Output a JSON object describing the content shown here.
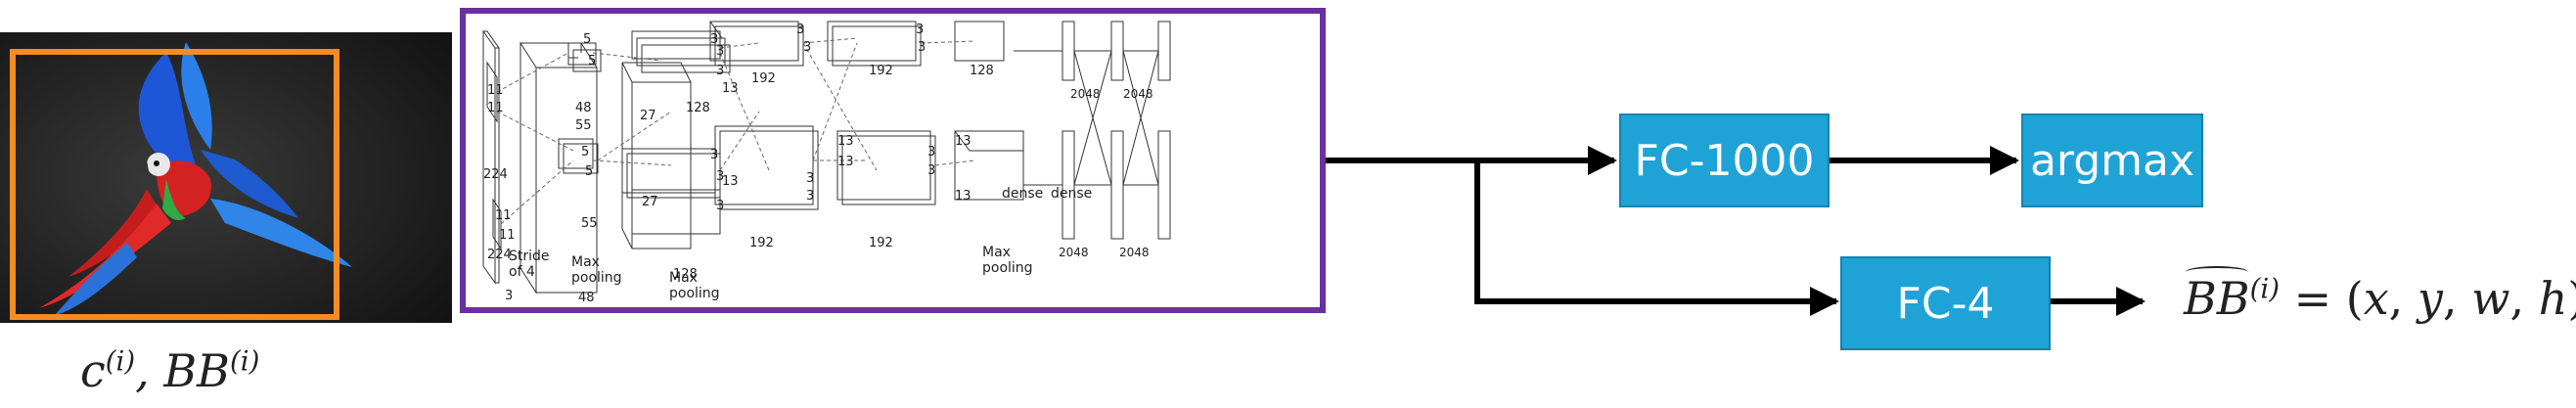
{
  "input_image": {
    "alt": "parrot photo",
    "bbox_color": "#f28c28"
  },
  "input_label": {
    "c": "c",
    "c_sup": "(i)",
    "sep": ", ",
    "bb": "BB",
    "bb_sup": "(i)"
  },
  "network": {
    "border_color": "#6b2fa0",
    "labels": {
      "l11a": "11",
      "l11b": "11",
      "l224a": "224",
      "l11c": "11",
      "l11d": "11",
      "l224b": "224",
      "stride": "Stride",
      "of4": "of 4",
      "l3": "3",
      "l55a": "55",
      "l48a": "48",
      "l5a": "5",
      "l5b": "5",
      "l5c": "5",
      "l5d": "5",
      "l55b": "55",
      "l48b": "48",
      "maxpool1a": "Max",
      "maxpool1b": "pooling",
      "l27a": "27",
      "l128a": "128",
      "l27b": "27",
      "l128b": "128",
      "l3a": "3",
      "l3b": "3",
      "l3c": "3",
      "l3d": "3",
      "l3e": "3",
      "l3f": "3",
      "maxpool2a": "Max",
      "maxpool2b": "pooling",
      "l13a": "13",
      "l13b": "13",
      "l192a": "192",
      "l192b": "192",
      "l3g": "3",
      "l3h": "3",
      "l3i": "3",
      "l3j": "3",
      "l13c": "13",
      "l13d": "13",
      "l192c": "192",
      "l192d": "192",
      "l3k": "3",
      "l3l": "3",
      "l3m": "3",
      "l3n": "3",
      "l13e": "13",
      "l13f": "13",
      "l128c": "128",
      "maxpool3a": "Max",
      "maxpool3b": "pooling",
      "dense1": "dense",
      "dense2": "dense",
      "l2048a": "2048",
      "l2048b": "2048",
      "l2048c": "2048",
      "l2048d": "2048"
    }
  },
  "boxes": {
    "fc1000": "FC-1000",
    "argmax": "argmax",
    "fc4": "FC-4",
    "fill": "#1fa3d6"
  },
  "output_label": {
    "bb": "BB",
    "sup": "(i)",
    "eq": " = (",
    "x": "x",
    "c1": ", ",
    "y": "y",
    "c2": ", ",
    "w": "w",
    "c3": ", ",
    "h": "h",
    "close": ")"
  }
}
